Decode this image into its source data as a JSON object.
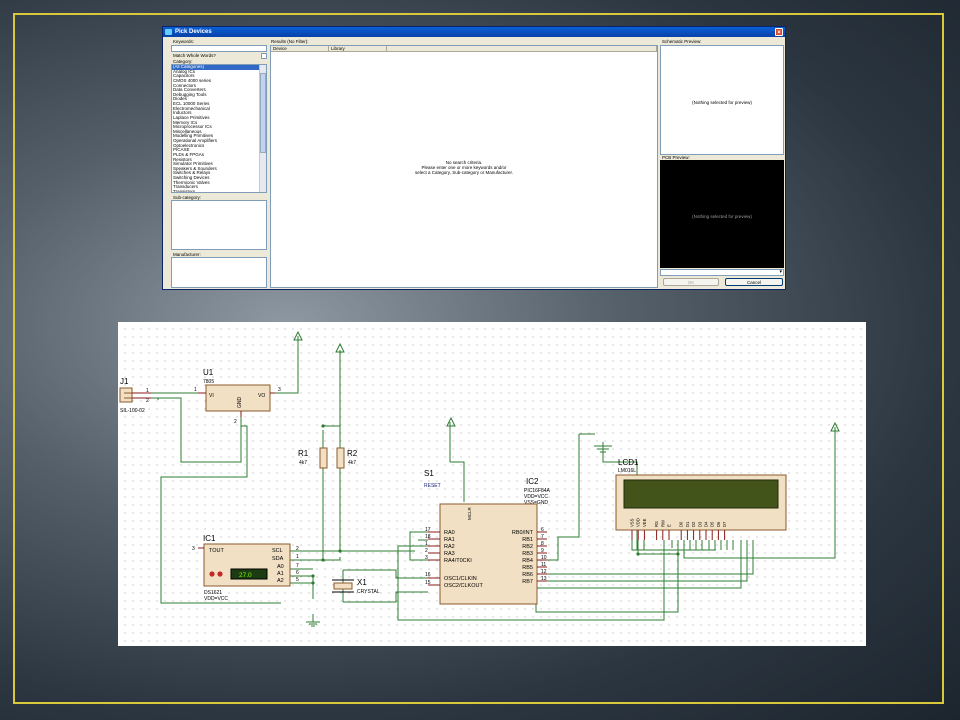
{
  "dialog": {
    "title": "Pick Devices",
    "keywords_label": "Keywords:",
    "match_whole_words": "Match Whole Words?",
    "category_label": "Category:",
    "categories": [
      "(All Categories)",
      "Analog ICs",
      "Capacitors",
      "CMOS 4000 series",
      "Connectors",
      "Data Converters",
      "Debugging Tools",
      "Diodes",
      "ECL 10000 Series",
      "Electromechanical",
      "Inductors",
      "Laplace Primitives",
      "Memory ICs",
      "Microprocessor ICs",
      "Miscellaneous",
      "Modelling Primitives",
      "Operational Amplifiers",
      "Optoelectronics",
      "PICAXE",
      "PLDs & FPGAs",
      "Resistors",
      "Simulator Primitives",
      "Speakers & Sounders",
      "Switches & Relays",
      "Switching Devices",
      "Thermionic Valves",
      "Transducers",
      "Transistors"
    ],
    "subcategory_label": "Sub-category:",
    "manufacturer_label": "Manufacturer:",
    "results_label": "Results (No Filter):",
    "col_device": "Device",
    "col_library": "Library",
    "results_message": [
      "No search criteria.",
      "Please enter one or more keywords and/or",
      "select a Category, Sub-category or Manufacturer."
    ],
    "schematic_preview_label": "Schematic Preview:",
    "schematic_preview_msg": "(Nothing selected for preview)",
    "pcb_preview_label": "PCB Preview:",
    "pcb_preview_msg": "(Nothing selected for preview)",
    "ok_label": "OK",
    "cancel_label": "Cancel"
  },
  "schematic": {
    "j1": {
      "ref": "J1",
      "type": "SIL-100-02",
      "pin1": "1",
      "pin2": "2"
    },
    "u1": {
      "ref": "U1",
      "type": "7805",
      "vi": "VI",
      "vo": "VO",
      "gnd": "GND",
      "pin1": "1",
      "pin2": "2",
      "pin3": "3"
    },
    "r1": {
      "ref": "R1",
      "val": "4k7"
    },
    "r2": {
      "ref": "R2",
      "val": "4k7"
    },
    "s1": {
      "ref": "S1",
      "label": "RESET"
    },
    "ic1": {
      "ref": "IC1",
      "type": "DS1621",
      "power": "VDD=VCC",
      "tout": "TOUT",
      "scl": "SCL",
      "sda": "SDA",
      "a0": "A0",
      "a1": "A1",
      "a2": "A2",
      "display": "27.0",
      "pin_tout": "3",
      "pin_scl": "2",
      "pin_sda": "1",
      "pin_a0": "7",
      "pin_a1": "6",
      "pin_a2": "5"
    },
    "ic2": {
      "ref": "IC2",
      "type": "PIC16F84A",
      "power1": "VDD=VCC",
      "power2": "VSS=GND",
      "mclr": "MCLR",
      "left_pins": [
        "RA0",
        "RA1",
        "RA2",
        "RA3",
        "RA4/T0CKI"
      ],
      "left_nums": [
        "17",
        "18",
        "1",
        "2",
        "3"
      ],
      "osc1": "OSC1/CLKIN",
      "osc2": "OSC2/CLKOUT",
      "osc_nums": [
        "16",
        "15"
      ],
      "right_pins": [
        "RB0/INT",
        "RB1",
        "RB2",
        "RB3",
        "RB4",
        "RB5",
        "RB6",
        "RB7"
      ],
      "right_nums": [
        "6",
        "7",
        "8",
        "9",
        "10",
        "11",
        "12",
        "13"
      ]
    },
    "x1": {
      "ref": "X1",
      "label": "CRYSTAL"
    },
    "lcd1": {
      "ref": "LCD1",
      "type": "LM016L",
      "pins": [
        "VSS",
        "VDD",
        "VEE",
        "RS",
        "RW",
        "E",
        "D0",
        "D1",
        "D2",
        "D3",
        "D4",
        "D5",
        "D6",
        "D7"
      ]
    }
  }
}
